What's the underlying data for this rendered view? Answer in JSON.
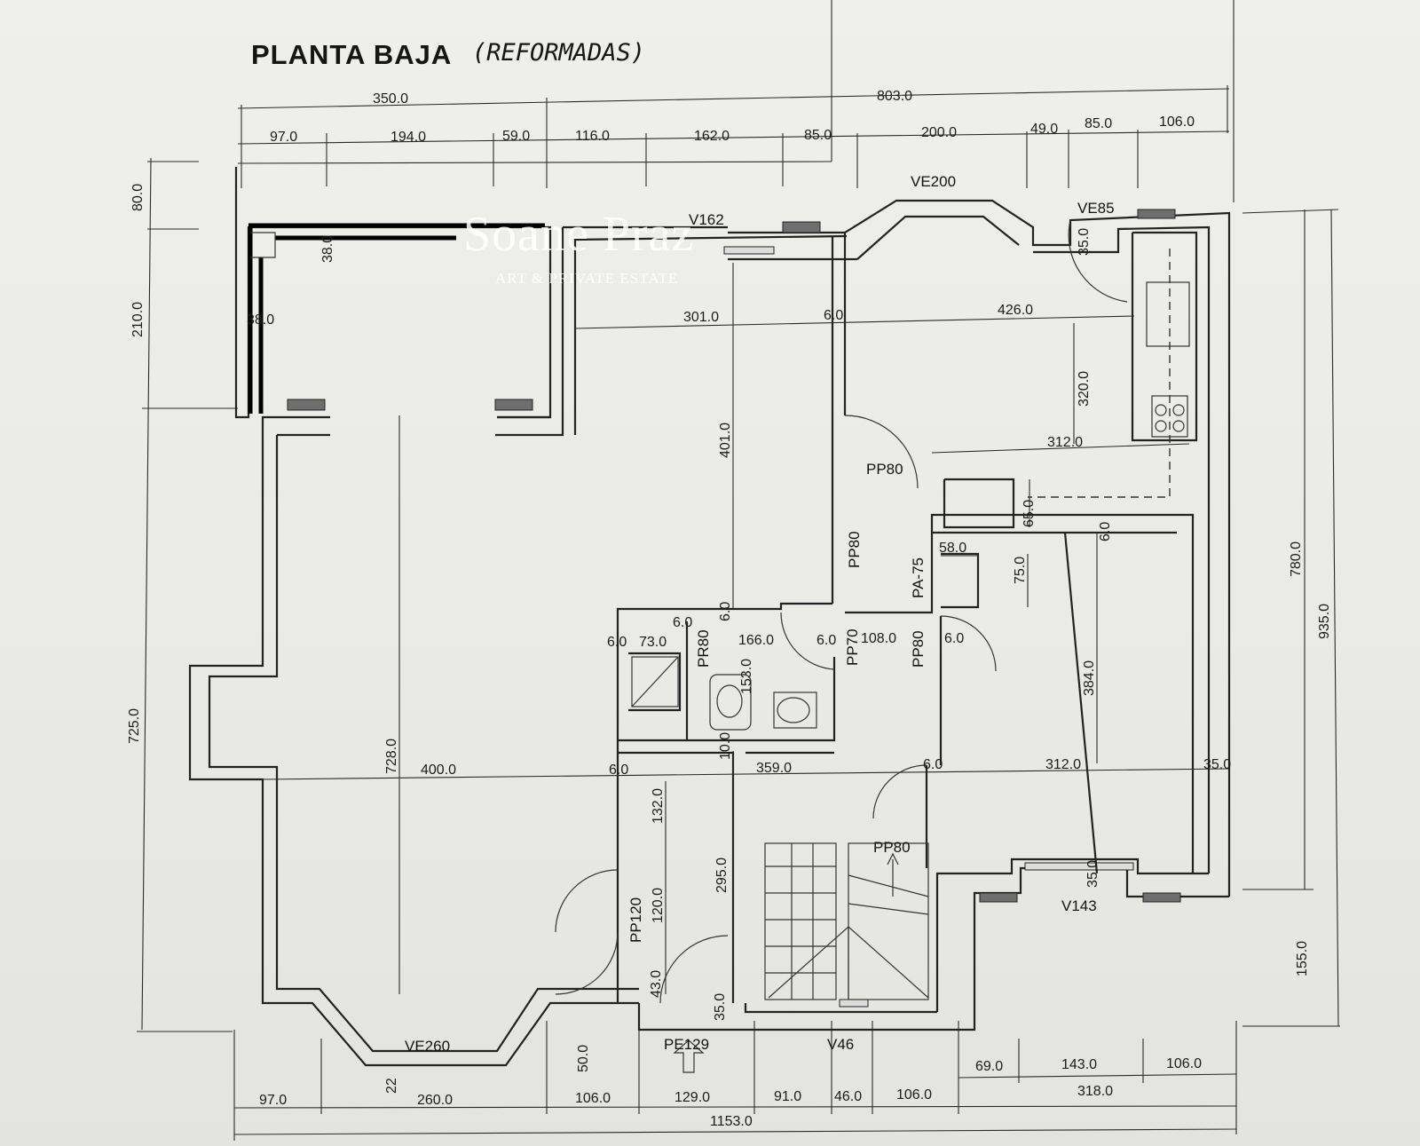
{
  "plan": {
    "title": "PLANTA BAJA",
    "subtitle": "(REFORMADAS)",
    "watermark": {
      "brand": "Soane Praz",
      "tagline": "ART & PRIVATE ESTATE"
    },
    "overall_dims": {
      "top_left": "350.0",
      "top_right": "803.0",
      "bottom_total": "1153.0",
      "bottom_right": "318.0"
    },
    "top_dims": [
      "97.0",
      "194.0",
      "59.0",
      "116.0",
      "162.0",
      "85.0",
      "200.0",
      "49.0",
      "85.0",
      "106.0"
    ],
    "bottom_dims": [
      "97.0",
      "260.0",
      "106.0",
      "129.0",
      "91.0",
      "46.0",
      "106.0"
    ],
    "bottom_right_dims": [
      "69.0",
      "143.0",
      "106.0"
    ],
    "left_dims": [
      "80.0",
      "210.0",
      "725.0"
    ],
    "right_dims": [
      "780.0",
      "935.0",
      "155.0"
    ],
    "interior_dims": {
      "d301": "301.0",
      "d426": "426.0",
      "d320": "320.0",
      "d312a": "312.0",
      "d401": "401.0",
      "d60a": "6.0",
      "d60b": "6.0",
      "d60c": "6.0",
      "d60d": "6.0",
      "d60e": "6.0",
      "d60f": "6.0",
      "d60g": "6.0",
      "d60h": "6.0",
      "d60i": "6.0",
      "d73": "73.0",
      "d166": "166.0",
      "d108": "108.0",
      "d153": "153.0",
      "d10": "10.0",
      "d58": "58.0",
      "d75": "75.0",
      "d65": "65.0",
      "d384": "384.0",
      "d312b": "312.0",
      "d359": "359.0",
      "d400": "400.0",
      "d728": "728.0",
      "d132": "132.0",
      "d120": "120.0",
      "d295": "295.0",
      "d43": "43.0",
      "d35a": "35.0",
      "d35b": "35.0",
      "d35c": "35.0",
      "d35d": "35.0",
      "d38a": "38.0",
      "d38b": "38.0",
      "d50": "50.0",
      "d22": "22"
    },
    "labels": {
      "v162": "V162",
      "ve200": "VE200",
      "ve85": "VE85",
      "pp80a": "PP80",
      "pp80b": "PP80",
      "pa75": "PA-75",
      "pp70": "PP70",
      "pp80c": "PP80",
      "pr80": "PR80",
      "pp80d": "PP80",
      "pp120": "PP120",
      "v143": "V143",
      "ve260": "VE260",
      "pe129": "PE129",
      "v46": "V46"
    }
  }
}
